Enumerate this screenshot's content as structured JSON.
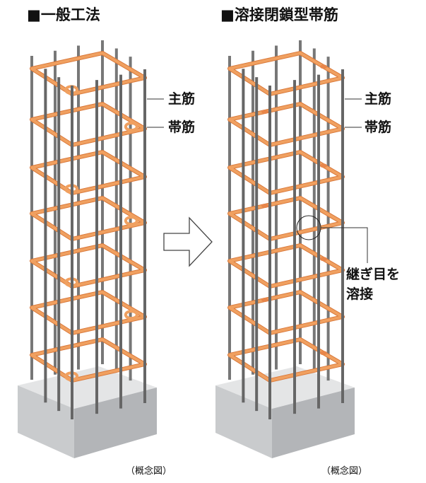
{
  "left": {
    "title": "■一般工法",
    "main_bar_label": "主筋",
    "hoop_label": "帯筋",
    "caption": "（概念図）"
  },
  "right": {
    "title": "■溶接閉鎖型帯筋",
    "main_bar_label": "主筋",
    "hoop_label": "帯筋",
    "weld_label_line1": "継ぎ目を",
    "weld_label_line2": "溶接",
    "caption": "（概念図）"
  },
  "colors": {
    "hoop": "#f0a060",
    "hoop_edge": "#d9783a",
    "bar": "#777777",
    "concrete": "#cfd1d3"
  }
}
